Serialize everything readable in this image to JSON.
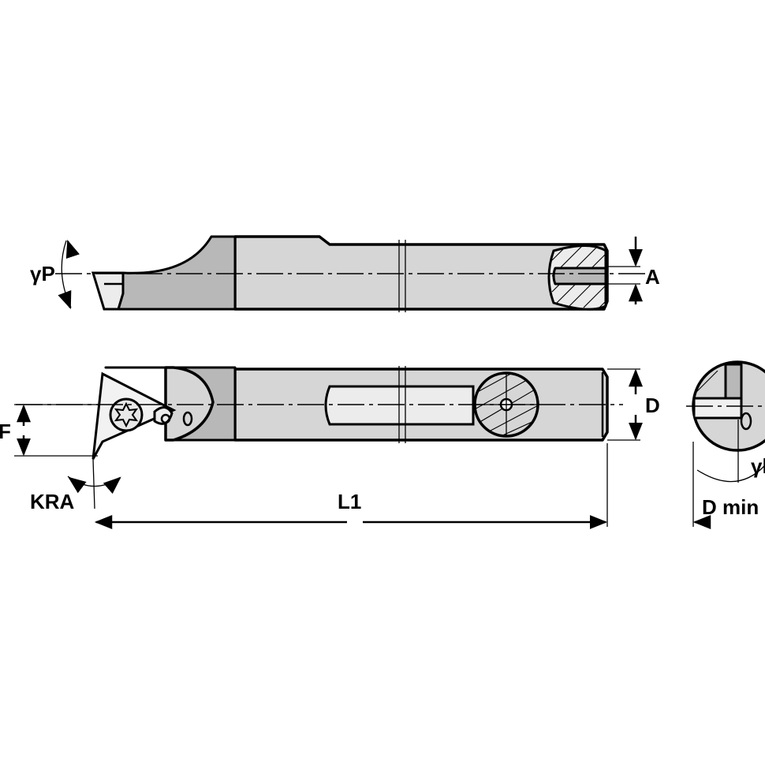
{
  "labels": {
    "gamma_p": "γP",
    "a": "A",
    "d": "D",
    "f": "F",
    "kra": "KRA",
    "l1": "L1",
    "d_min": "D min",
    "gamma_partial": "γl"
  },
  "colors": {
    "line": "#000000",
    "body": "#d6d6d6",
    "insert_shade": "#b8b8b8",
    "background": "#ffffff"
  }
}
